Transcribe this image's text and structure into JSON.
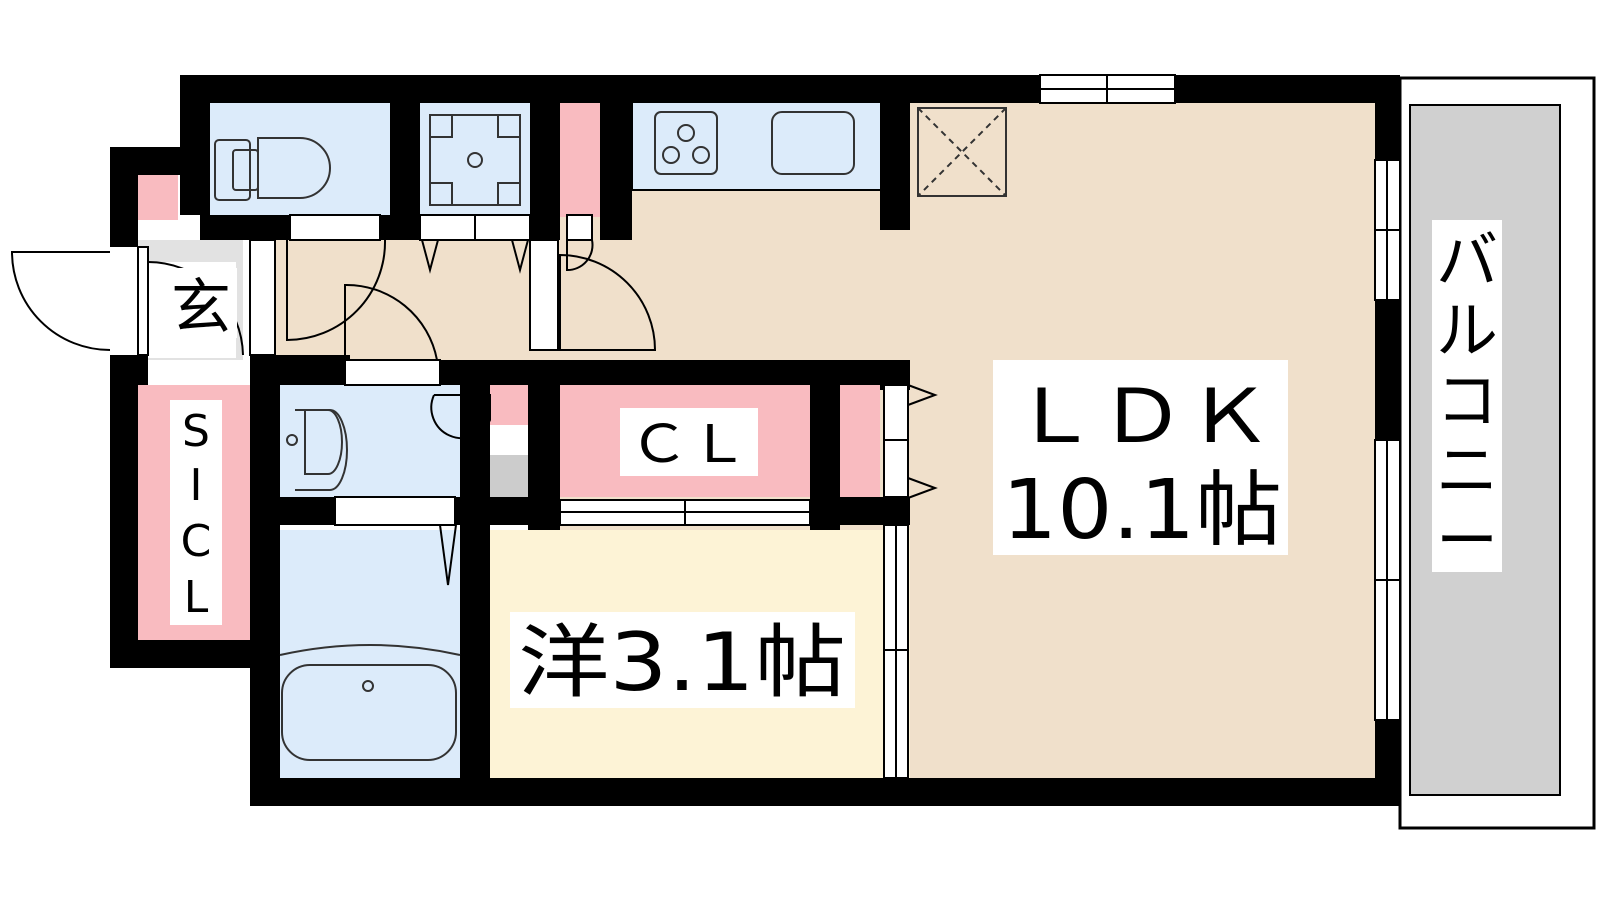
{
  "rooms": {
    "ldk": {
      "name": "ＬＤＫ",
      "size": "10.1帖"
    },
    "western": {
      "name": "洋3.1帖"
    },
    "closet": {
      "name": "ＣＬ"
    },
    "entrance": {
      "name": "玄"
    },
    "sicl": {
      "chars": [
        "S",
        "I",
        "C",
        "L"
      ]
    },
    "balcony": {
      "chars": [
        "バ",
        "ル",
        "コ",
        "ニ",
        "ー"
      ]
    }
  },
  "colors": {
    "wall": "#000000",
    "ldk_floor": "#f0e0cb",
    "western_floor": "#fdf3d6",
    "closet": "#f9bbc0",
    "wet_area": "#dcebfa",
    "balcony": "#d0d0d0",
    "fixture_stroke": "#333333"
  }
}
